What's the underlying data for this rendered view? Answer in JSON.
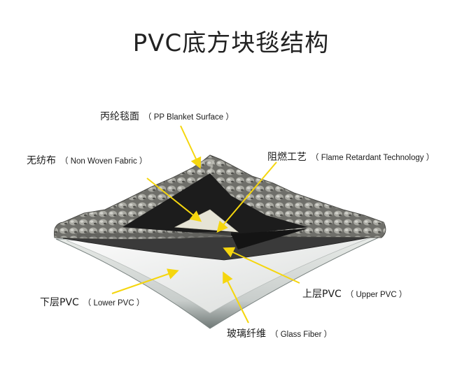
{
  "title": "PVC底方块毯结构",
  "labels": {
    "pp_surface": {
      "cn": "丙纶毯面",
      "en": "（ PP Blanket Surface ）"
    },
    "non_woven": {
      "cn": "无纺布",
      "en": "（ Non Woven Fabric ）"
    },
    "flame": {
      "cn": "阻燃工艺",
      "en": "（ Flame Retardant Technology ）"
    },
    "upper_pvc": {
      "cn": "上层PVC",
      "en": "（ Upper PVC ）"
    },
    "lower_pvc": {
      "cn": "下层PVC",
      "en": "（ Lower PVC ）"
    },
    "glass_fiber": {
      "cn": "玻璃纤维",
      "en": "（ Glass Fiber ）"
    }
  },
  "colors": {
    "arrow": "#f5d60e",
    "pile": "#8a8a84",
    "backing_dark": "#1c1c1c",
    "pvc_light": "#e8ebe8",
    "pvc_edge": "#7c8684"
  }
}
